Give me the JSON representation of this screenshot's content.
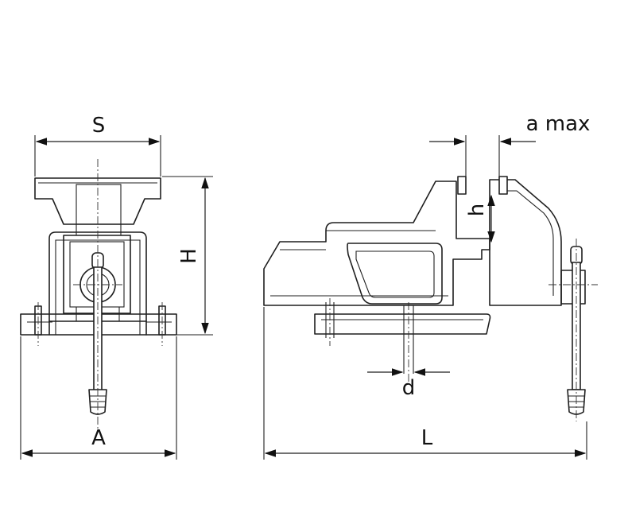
{
  "labels": {
    "S": "S",
    "H": "H",
    "A": "A",
    "a_max": "a max",
    "h": "h",
    "d": "d",
    "L": "L"
  },
  "colors": {
    "line": "#1f1f1f",
    "background": "#ffffff"
  }
}
